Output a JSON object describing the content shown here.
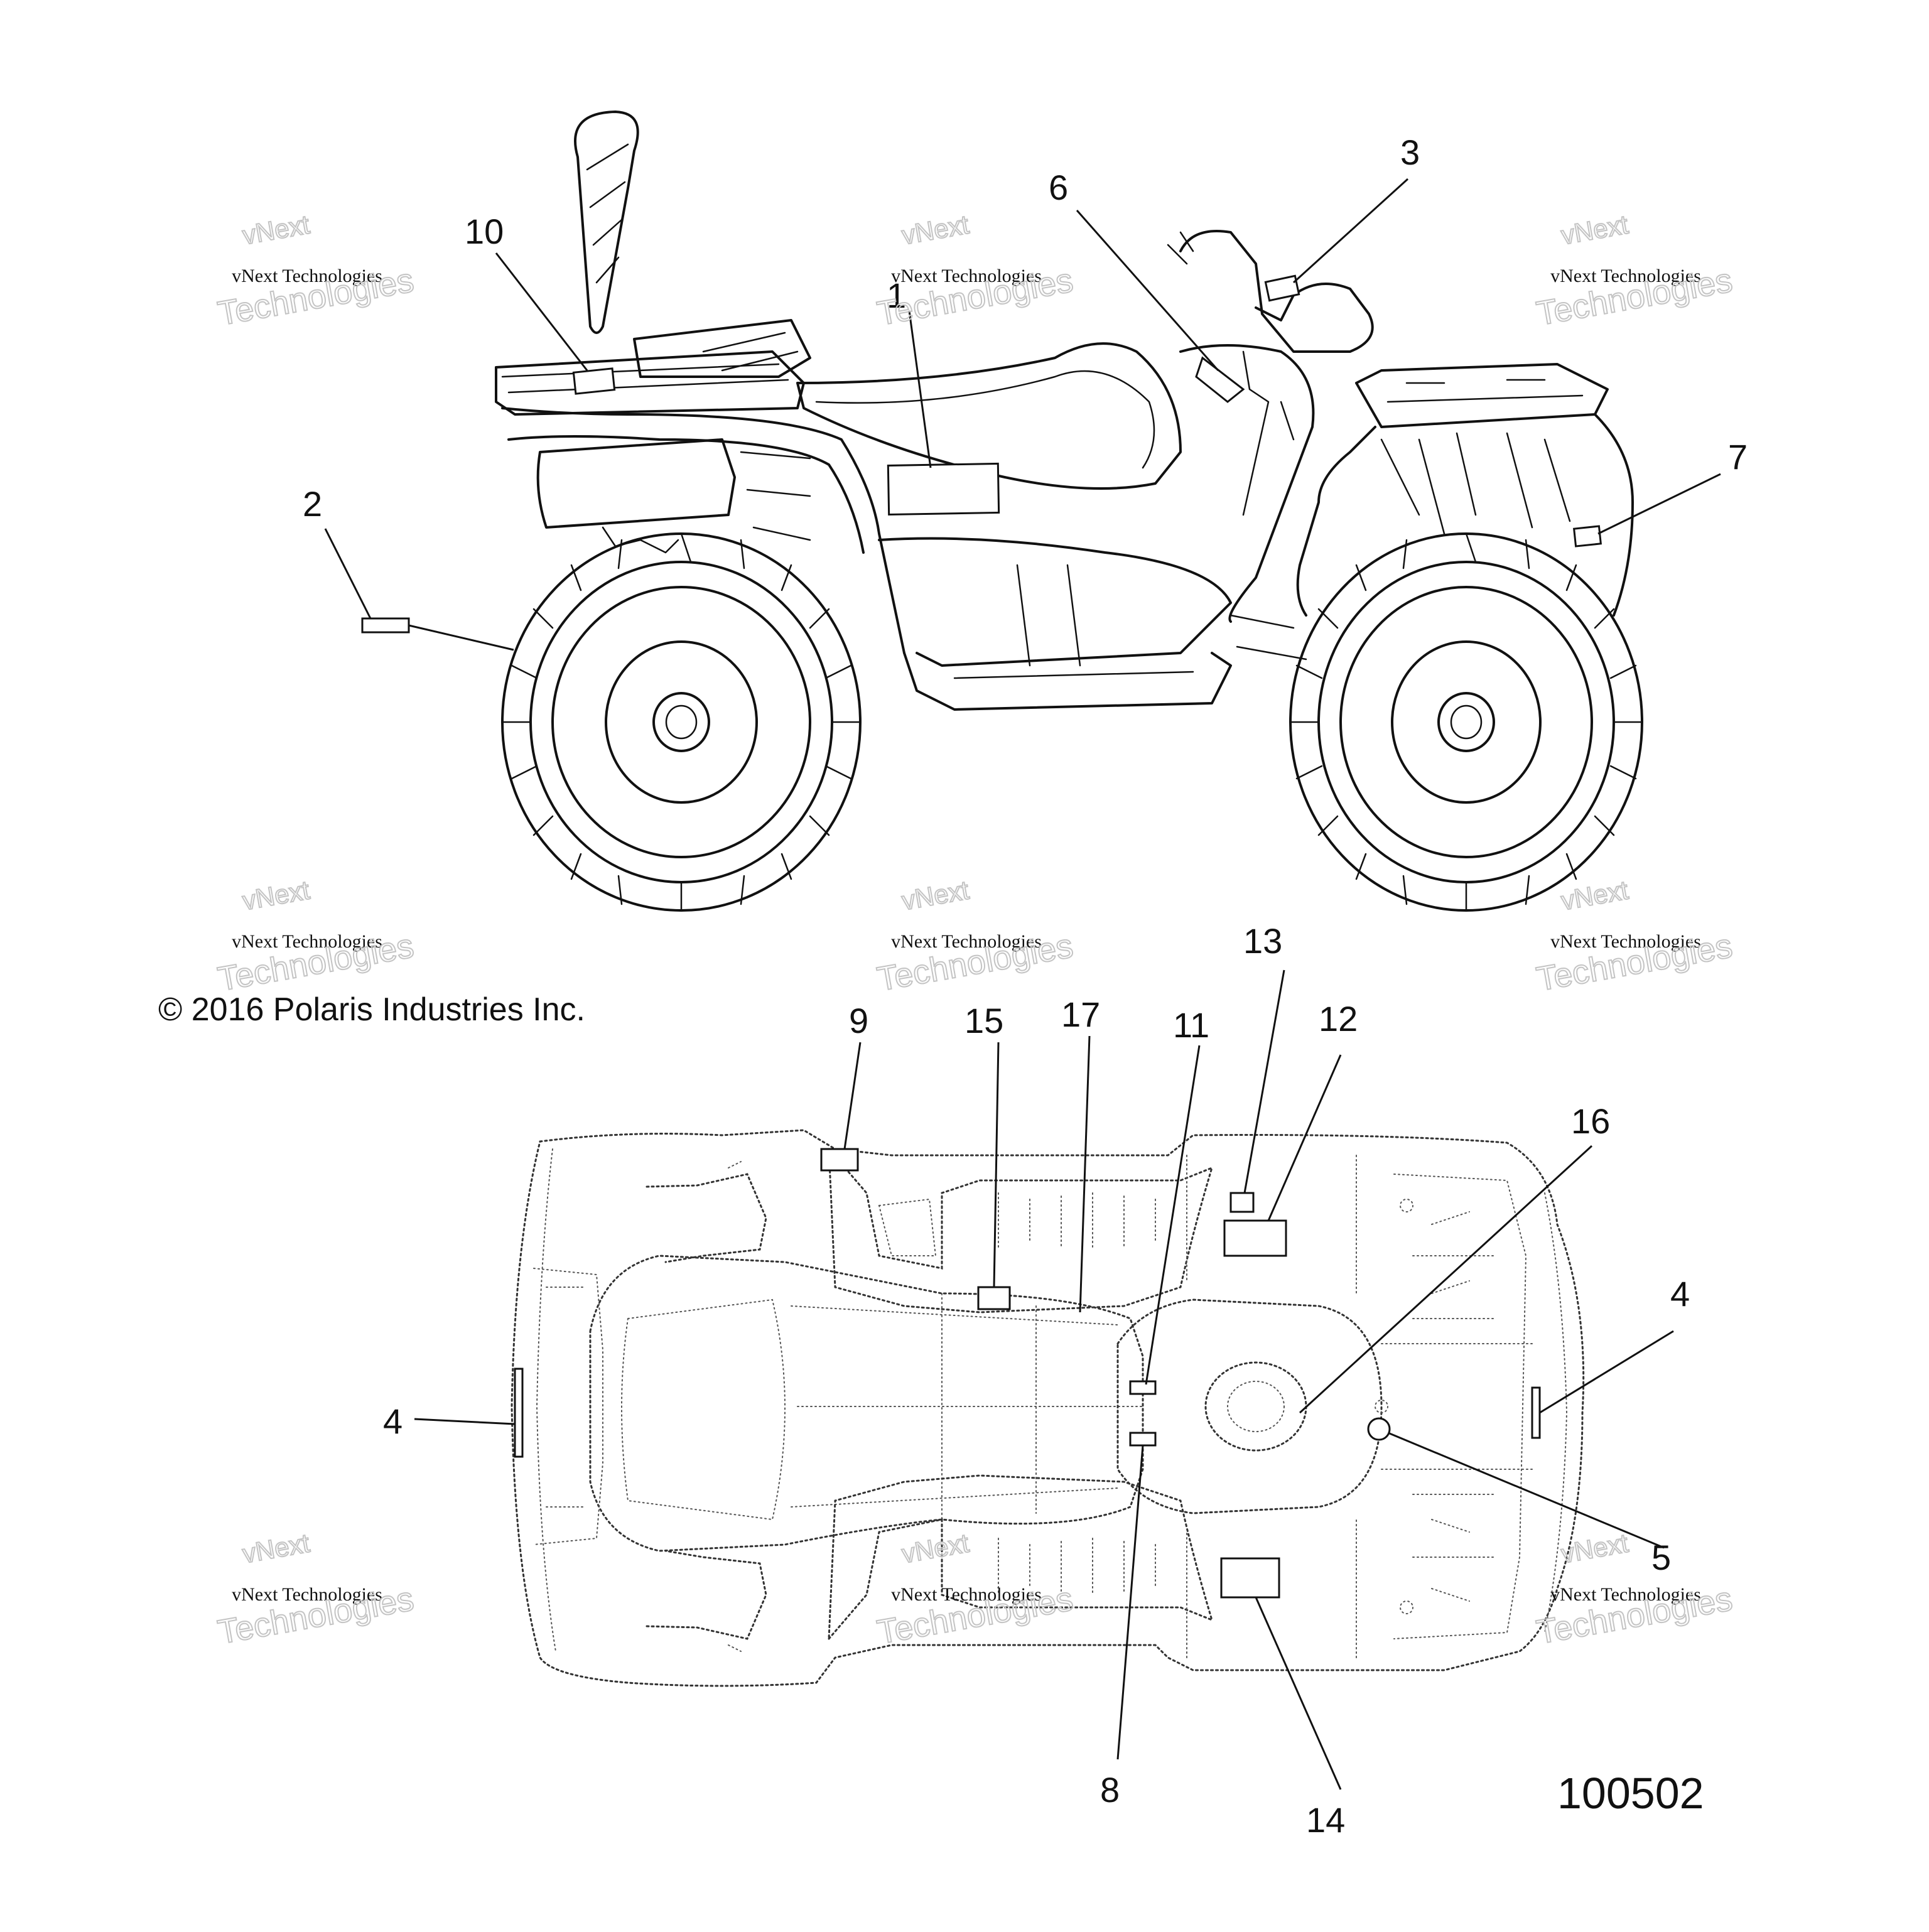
{
  "diagram": {
    "copyright": "© 2016 Polaris Industries Inc.",
    "part_number": "100502",
    "watermark": {
      "line_small_top": "vNext",
      "line_serif": "vNext Technologies",
      "line_large": "Technologies"
    },
    "side_view_callouts": [
      "1",
      "2",
      "3",
      "6",
      "7",
      "10"
    ],
    "top_view_callouts": [
      "4",
      "4",
      "5",
      "8",
      "9",
      "11",
      "12",
      "13",
      "14",
      "15",
      "16",
      "17"
    ]
  }
}
